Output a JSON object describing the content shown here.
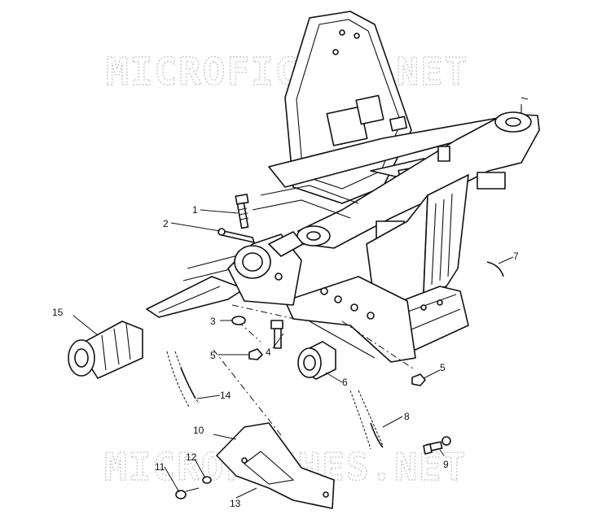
{
  "watermark": {
    "top": "MICROFICHES.NET",
    "bottom": "MICROFICHES.NET"
  },
  "callouts": {
    "c1": "1",
    "c2": "2",
    "c3": "3",
    "c4": "4",
    "c5a": "5",
    "c5b": "5",
    "c6": "6",
    "c7": "7",
    "c8": "8",
    "c9": "9",
    "c10": "10",
    "c11": "11",
    "c12": "12",
    "c13": "13",
    "c14": "14",
    "c15": "15"
  },
  "colors": {
    "line": "#111111",
    "watermark": "#c8c8c8",
    "background": "#ffffff"
  }
}
